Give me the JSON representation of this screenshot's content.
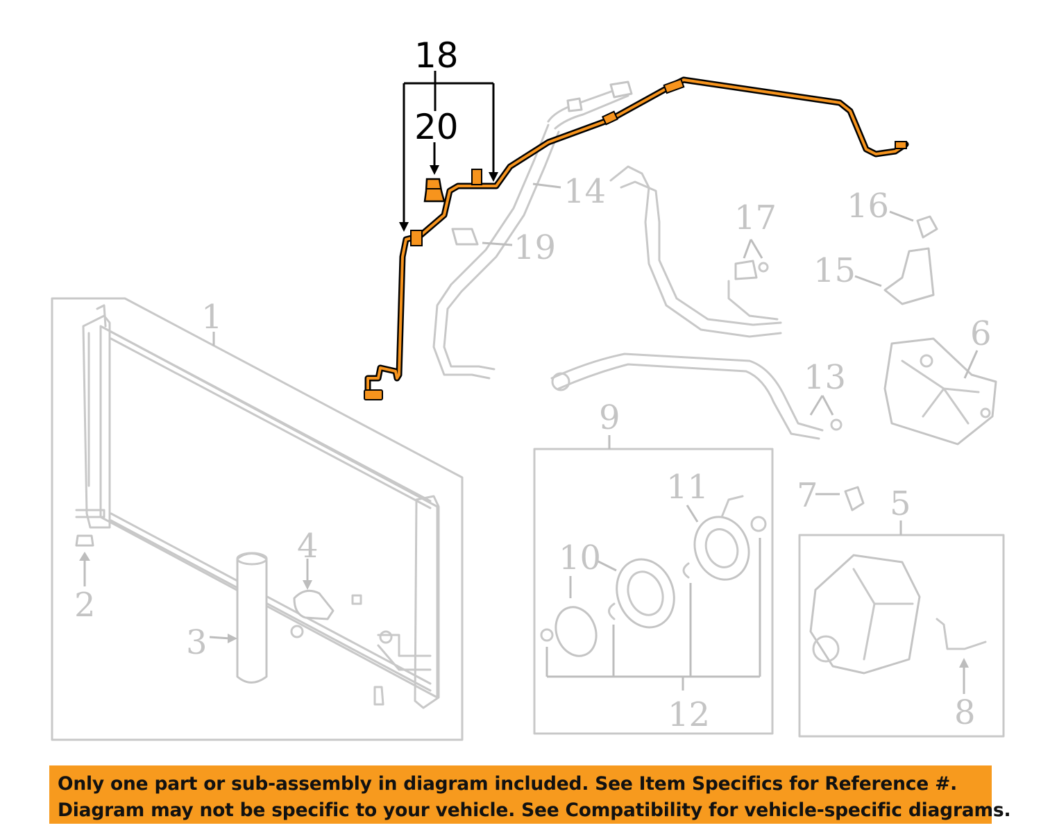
{
  "callouts": {
    "c1": "1",
    "c2": "2",
    "c3": "3",
    "c4": "4",
    "c5": "5",
    "c6": "6",
    "c7": "7",
    "c8": "8",
    "c9": "9",
    "c10": "10",
    "c11": "11",
    "c12": "12",
    "c13": "13",
    "c14": "14",
    "c15": "15",
    "c16": "16",
    "c17": "17",
    "c18": "18",
    "c19": "19",
    "c20": "20"
  },
  "colors": {
    "highlight": "#f7941d",
    "parts_gray": "#c8c8c8",
    "banner": "#f79a1e"
  },
  "banner": {
    "line1": "Only one part or sub-assembly in diagram included. See Item Specifics for Reference #.",
    "line2": "Diagram may not be specific to your vehicle. See Compatibility for vehicle-specific diagrams."
  }
}
